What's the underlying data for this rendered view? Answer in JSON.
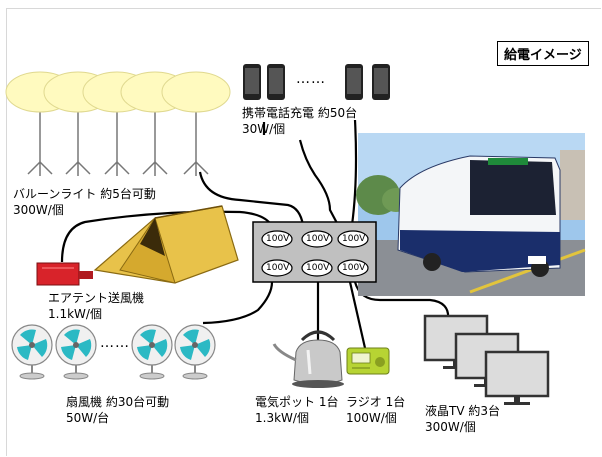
{
  "title": "給電イメージ",
  "outlet_label": "100V",
  "colors": {
    "balloon": "#fffabf",
    "tent_yellow": "#e8c24a",
    "blower_red": "#d8232a",
    "fan_blade": "#2bb9c4",
    "radio_green": "#b7d433",
    "bus_blue": "#1a2e6b",
    "outlet_panel": "#c0c0c0"
  },
  "devices": {
    "balloon": {
      "name": "バルーンライト 約5台可動",
      "power": "300W/個"
    },
    "phone": {
      "name": "携帯電話充電 約50台",
      "power": "30W/個",
      "ellipsis": "……"
    },
    "tent": {
      "name": "エアテント送風機",
      "power": "1.1kW/個"
    },
    "fan": {
      "name": "扇風機 約30台可動",
      "power": "50W/台",
      "ellipsis": "……"
    },
    "pot": {
      "name": "電気ポット 1台",
      "power": "1.3kW/個"
    },
    "radio": {
      "name": "ラジオ 1台",
      "power": "100W/個"
    },
    "tv": {
      "name": "液晶TV 約3台",
      "power": "300W/個"
    }
  },
  "icons": [
    "balloon-light-icon",
    "smartphone-icon",
    "tent-icon",
    "blower-icon",
    "fan-icon",
    "kettle-icon",
    "radio-icon",
    "monitor-icon",
    "fuel-cell-bus-photo",
    "power-outlet-icon"
  ]
}
